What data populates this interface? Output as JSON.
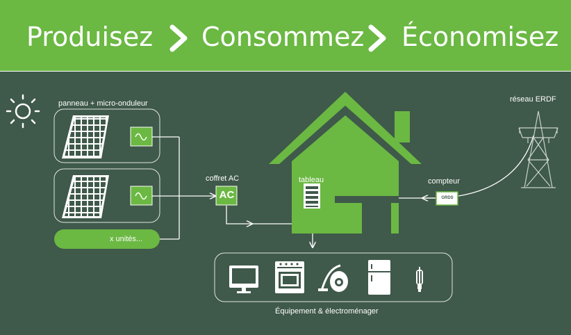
{
  "header": {
    "step1": "Produisez",
    "step2": "Consommez",
    "step3": "Économisez"
  },
  "labels": {
    "panel": "panneau + micro-onduleur",
    "units": "x unités...",
    "coffret": "coffret AC",
    "coffret_badge": "AC",
    "tableau": "tableau",
    "compteur": "compteur",
    "compteur_badge": "GRDS",
    "reseau": "réseau ERDF",
    "equipment": "Équipement & électroménager"
  },
  "colors": {
    "background": "#3f594a",
    "accent_green": "#6bb843",
    "line": "#ffffff"
  },
  "icons": [
    "sun-icon",
    "solar-panel-icon",
    "micro-inverter-icon",
    "house-icon",
    "electrical-panel-icon",
    "meter-icon",
    "pylon-icon",
    "monitor-icon",
    "oven-icon",
    "vacuum-icon",
    "fridge-icon",
    "light-bulb-icon"
  ]
}
